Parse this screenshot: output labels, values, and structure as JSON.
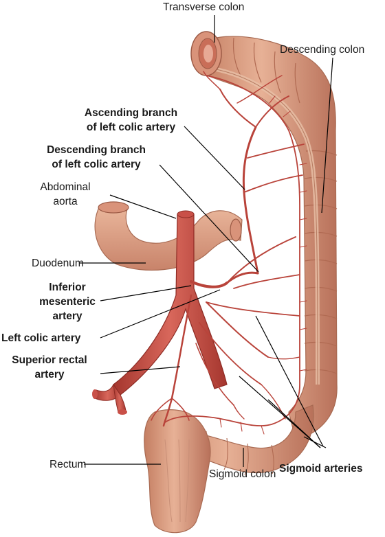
{
  "labels": {
    "transverse_colon": "Transverse colon",
    "descending_colon": "Descending colon",
    "ascending_branch_line1": "Ascending branch",
    "ascending_branch_line2": "of left colic artery",
    "descending_branch_line1": "Descending branch",
    "descending_branch_line2": "of left colic artery",
    "abdominal_aorta_line1": "Abdominal",
    "abdominal_aorta_line2": "aorta",
    "duodenum": "Duodenum",
    "ima_line1": "Inferior",
    "ima_line2": "mesenteric",
    "ima_line3": "artery",
    "left_colic_artery": "Left colic artery",
    "superior_rectal_line1": "Superior rectal",
    "superior_rectal_line2": "artery",
    "rectum": "Rectum",
    "sigmoid_arteries": "Sigmoid arteries",
    "sigmoid_colon": "Sigmoid colon"
  },
  "colors": {
    "colon_fill": "#d99a7e",
    "colon_shade": "#b8715a",
    "artery": "#b9433a",
    "leader_line": "#000000"
  }
}
